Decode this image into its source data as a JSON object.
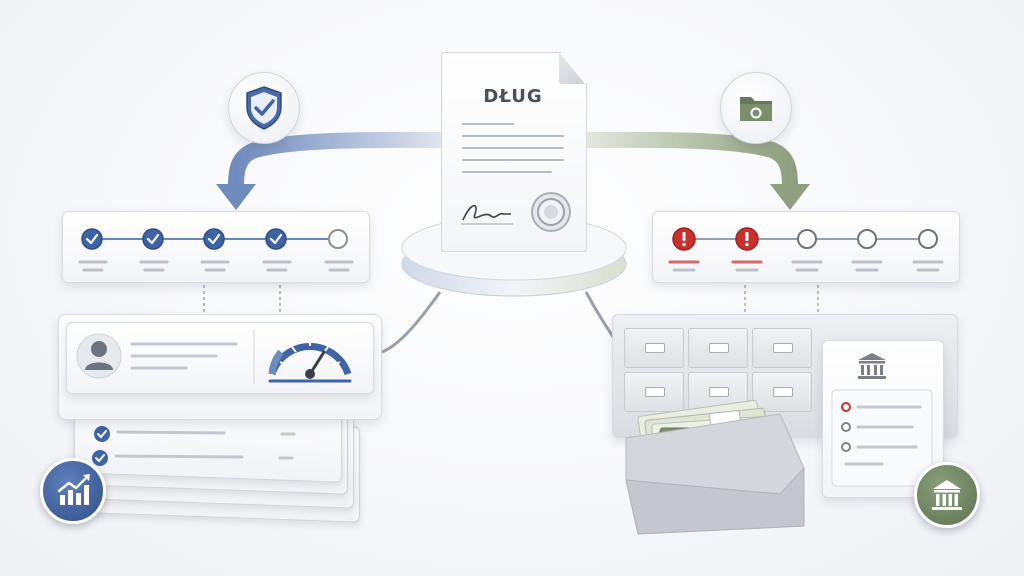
{
  "document": {
    "title": "DŁUG"
  },
  "left_branch": {
    "timeline_steps": [
      {
        "status": "done"
      },
      {
        "status": "done"
      },
      {
        "status": "done"
      },
      {
        "status": "done"
      },
      {
        "status": "pending"
      }
    ],
    "cards": [
      {
        "status": "checked"
      },
      {
        "status": "checked"
      },
      {
        "status": "checked"
      }
    ]
  },
  "right_branch": {
    "timeline_steps": [
      {
        "status": "alert"
      },
      {
        "status": "alert"
      },
      {
        "status": "pending"
      },
      {
        "status": "pending"
      },
      {
        "status": "pending"
      }
    ],
    "form_items": [
      {
        "status": "alert"
      },
      {
        "status": "neutral"
      },
      {
        "status": "neutral"
      }
    ]
  },
  "icons": {
    "left_badge": "shield-check-icon",
    "right_badge": "folder-icon",
    "left_corner": "chart-growth-icon",
    "right_corner": "bank-icon",
    "profile": "user-icon",
    "gauge": "gauge-icon",
    "seal": "seal-icon",
    "signature": "signature-icon"
  },
  "colors": {
    "blue_accent": "#3e64a6",
    "green_accent": "#6f8460",
    "alert_red": "#c9302c",
    "neutral_gray": "#9aa0a8"
  }
}
